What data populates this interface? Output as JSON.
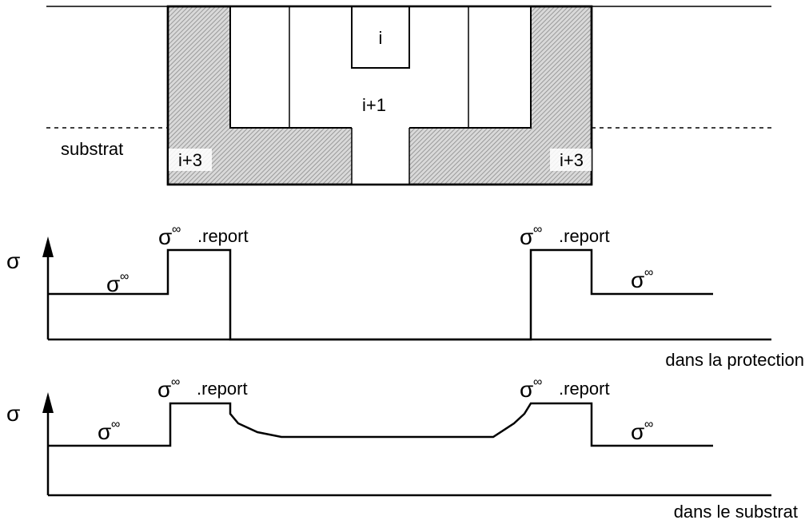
{
  "structure": {
    "labels": {
      "layer_i": "i",
      "layer_i1": "i+1",
      "layer_i3_left": "i+3",
      "layer_i3_right": "i+3",
      "substrate": "substrat"
    }
  },
  "profile_protection": {
    "axis_symbol": "σ",
    "sigma_symbol": "σ",
    "infinity_symbol": "∞",
    "report_text": ".report",
    "caption": "dans la protection"
  },
  "profile_substrate": {
    "axis_symbol": "σ",
    "sigma_symbol": "σ",
    "infinity_symbol": "∞",
    "report_text": ".report",
    "caption": "dans le substrat"
  },
  "colors": {
    "line": "#000000",
    "hatch": "#9a9a9a",
    "background": "#ffffff"
  }
}
